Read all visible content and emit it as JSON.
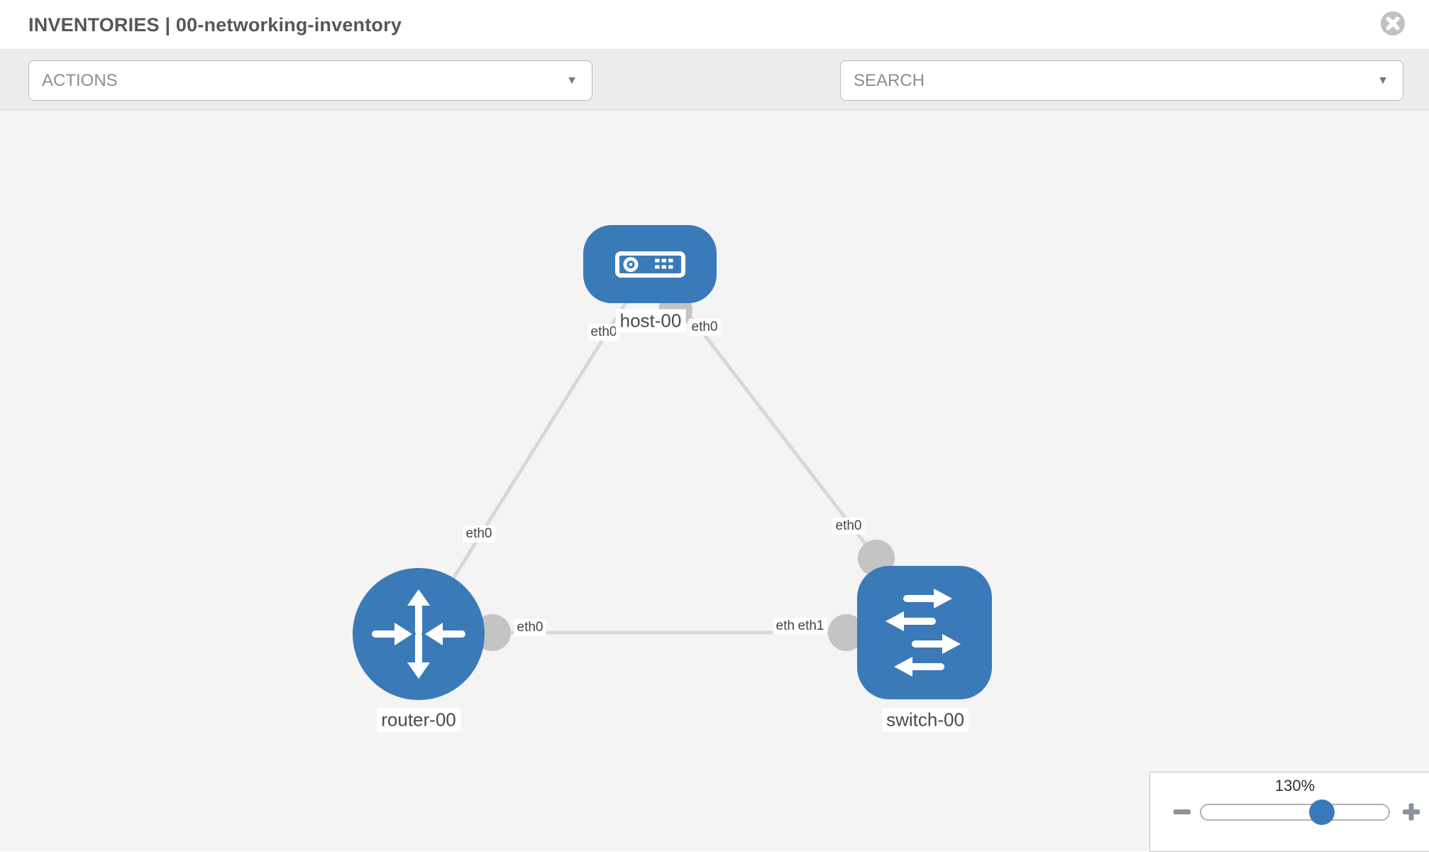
{
  "window": {
    "title": "INVENTORIES | 00-networking-inventory"
  },
  "toolbar": {
    "actions": {
      "label": "ACTIONS",
      "caret": "▼"
    },
    "search": {
      "label": "SEARCH",
      "caret": "▼"
    },
    "tools": [
      {
        "icon": "wrench-icon"
      },
      {
        "icon": "key-icon"
      }
    ]
  },
  "topology": {
    "nodes": [
      {
        "label": "host-00",
        "type": "host",
        "icon": "host-icon",
        "shape": "rounded-rect"
      },
      {
        "label": "router-00",
        "type": "router",
        "icon": "router-icon",
        "shape": "circle"
      },
      {
        "label": "switch-00",
        "type": "switch",
        "icon": "switch-icon",
        "shape": "rounded-square"
      }
    ],
    "links": [
      {
        "from": "host-00",
        "to": "router-00",
        "from_interface": "eth0",
        "to_interface": "eth0"
      },
      {
        "from": "host-00",
        "to": "switch-00",
        "from_interface": "eth0",
        "to_interface": "eth0"
      },
      {
        "from": "router-00",
        "to": "switch-00",
        "from_interface": "eth0",
        "to_interface": "eth1"
      }
    ],
    "if_labels": {
      "host_left": "eth0",
      "host_right": "eth0",
      "router_top": "eth0",
      "switch_top": "eth0",
      "router_right": "eth0",
      "switch_left_under": "eth0",
      "switch_left_over": "eth1"
    }
  },
  "zoom": {
    "level": "130%",
    "zoom_out_icon": "minus",
    "zoom_in_icon": "plus"
  },
  "colors": {
    "node_blue": "#3b7ab8",
    "link_gray": "#d8d8d8",
    "bubble_gray": "#c4c4c4",
    "icon_gray": "#79838e"
  }
}
